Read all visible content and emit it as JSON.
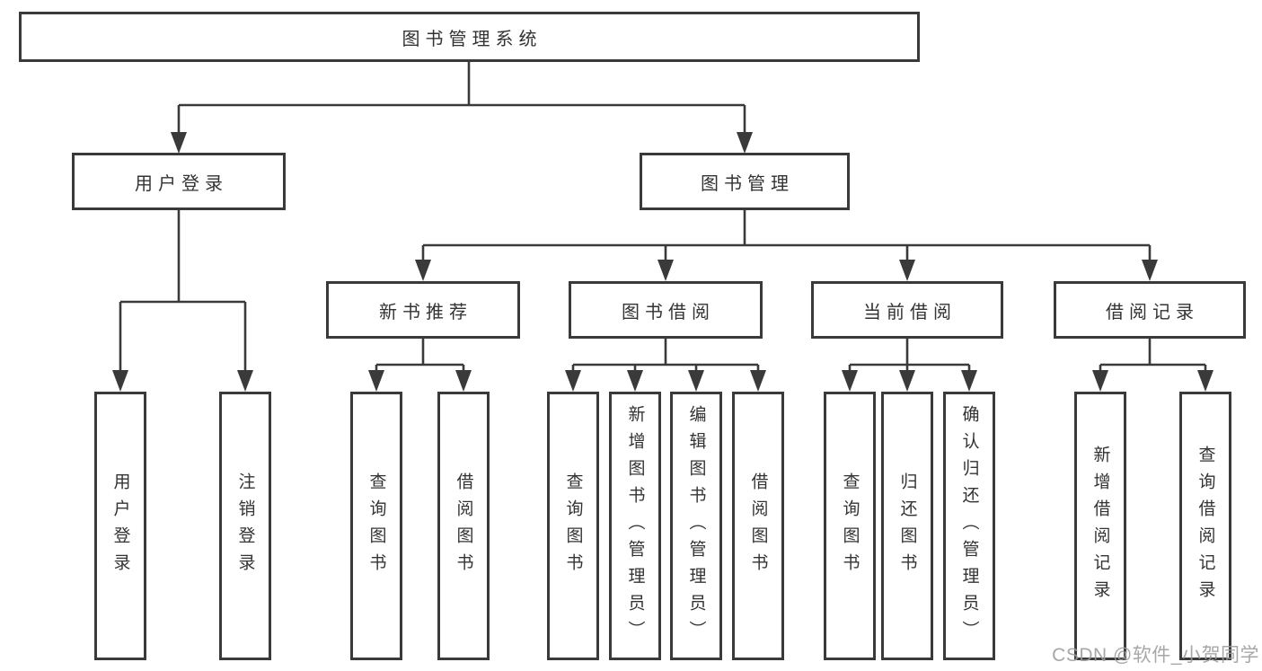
{
  "colors": {
    "line": "#3a3a3a",
    "text": "#333333",
    "watermark_gray": "#9c9c9c",
    "background": "#ffffff"
  },
  "watermark": {
    "text": "CSDN @软件_小贺同学"
  },
  "tree": {
    "label": "图书管理系统",
    "children": [
      {
        "label": "用户登录",
        "children": [
          {
            "label": "用户登录"
          },
          {
            "label": "注销登录"
          }
        ]
      },
      {
        "label": "图书管理",
        "children": [
          {
            "label": "新书推荐",
            "children": [
              {
                "label": "查询图书"
              },
              {
                "label": "借阅图书"
              }
            ]
          },
          {
            "label": "图书借阅",
            "children": [
              {
                "label": "查询图书"
              },
              {
                "label": "新增图书（管理员）"
              },
              {
                "label": "编辑图书（管理员）"
              },
              {
                "label": "借阅图书"
              }
            ]
          },
          {
            "label": "当前借阅",
            "children": [
              {
                "label": "查询图书"
              },
              {
                "label": "归还图书"
              },
              {
                "label": "确认归还（管理员）"
              }
            ]
          },
          {
            "label": "借阅记录",
            "children": [
              {
                "label": "新增借阅记录"
              },
              {
                "label": "查询借阅记录"
              }
            ]
          }
        ]
      }
    ]
  }
}
